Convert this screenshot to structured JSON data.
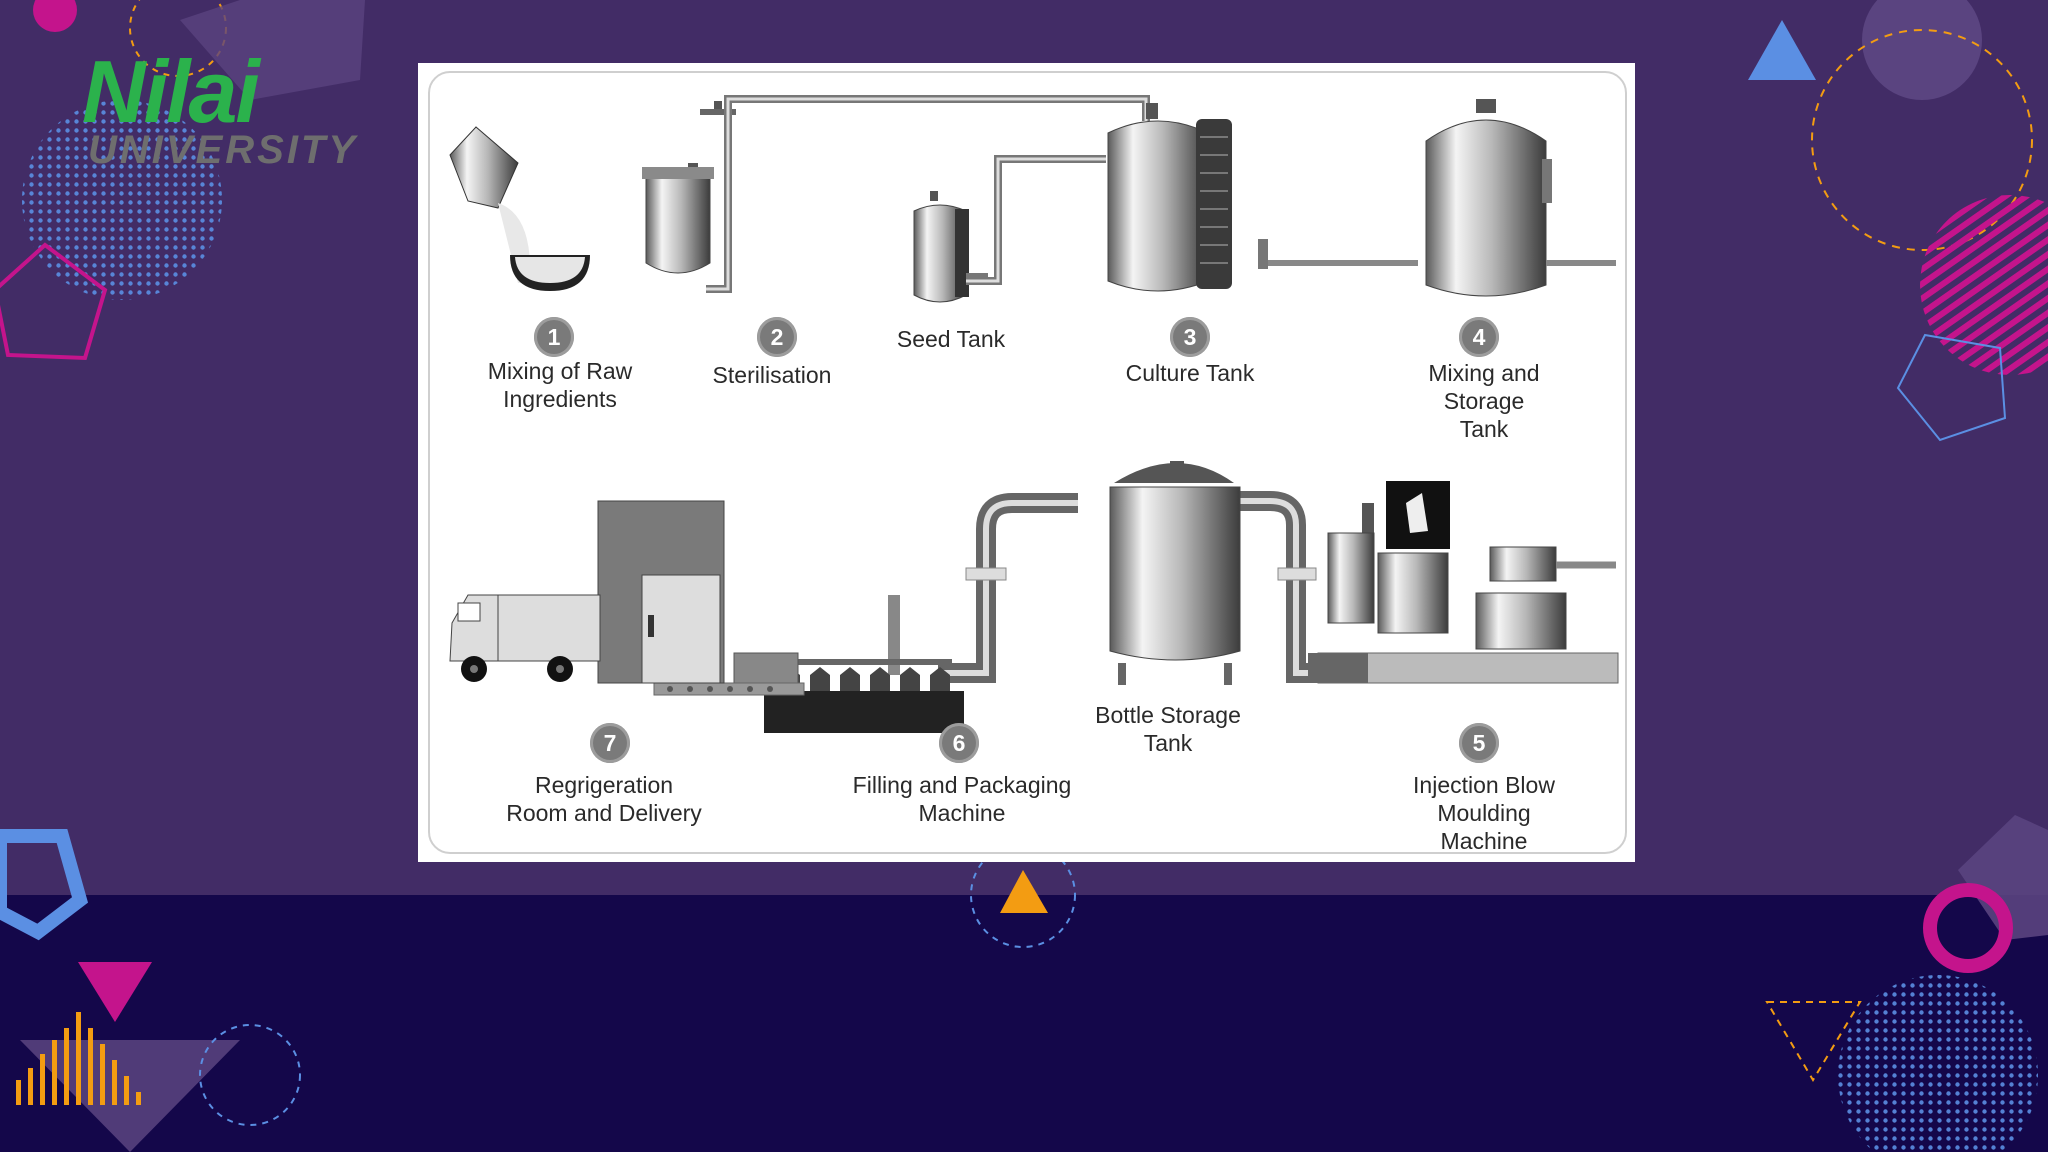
{
  "logo": {
    "name": "Nilai",
    "subtitle": "UNIVERSITY"
  },
  "colors": {
    "background": "#422c66",
    "bottom_band": "#14074a",
    "logo_green": "#2bb24c",
    "accent_magenta": "#c4148c",
    "accent_blue": "#5b8fe3",
    "accent_orange": "#f39c12",
    "step_badge": "#7a7a7a"
  },
  "diagram": {
    "steps": [
      {
        "number": "1",
        "label": "Mixing of Raw\nIngredients"
      },
      {
        "number": "2",
        "label": "Sterilisation"
      },
      {
        "number": "",
        "label": "Seed Tank"
      },
      {
        "number": "3",
        "label": "Culture Tank"
      },
      {
        "number": "4",
        "label": "Mixing and Storage\nTank"
      },
      {
        "number": "5",
        "label": "Injection Blow\nMoulding Machine"
      },
      {
        "number": "",
        "label": "Bottle Storage\nTank"
      },
      {
        "number": "6",
        "label": "Filling and Packaging\nMachine"
      },
      {
        "number": "7",
        "label": "Regrigeration\nRoom and Delivery"
      }
    ]
  }
}
